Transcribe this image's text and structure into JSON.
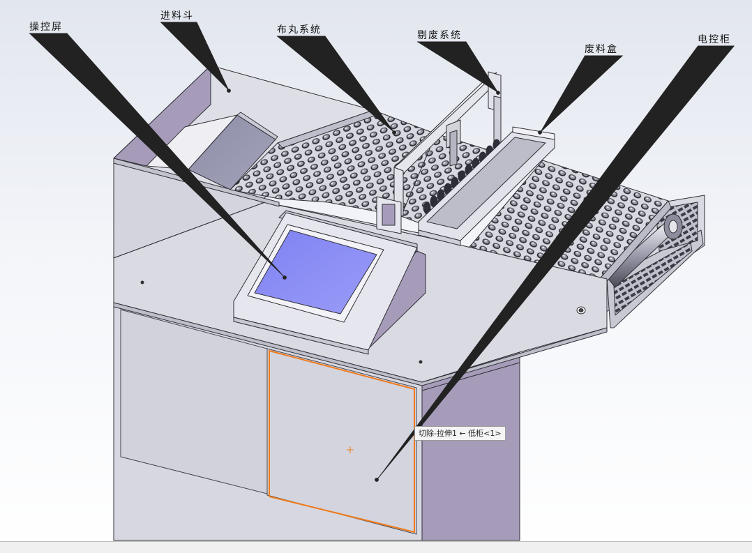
{
  "callouts": [
    {
      "id": "operation-screen",
      "label": "操控屏"
    },
    {
      "id": "feed-hopper",
      "label": "进料斗"
    },
    {
      "id": "pill-distribution-system",
      "label": "布丸系统"
    },
    {
      "id": "reject-system",
      "label": "剔废系统"
    },
    {
      "id": "waste-box",
      "label": "废料盒"
    },
    {
      "id": "electric-cabinet",
      "label": "电控柜"
    }
  ],
  "tooltip": {
    "text": "切除-拉伸1 ← 低柜<1>"
  },
  "colors": {
    "body": "#dcdde6",
    "side_panel": "#a49bb9",
    "screen": "#8a8cf4",
    "highlight": "#f07b1c",
    "outline": "#333333"
  }
}
